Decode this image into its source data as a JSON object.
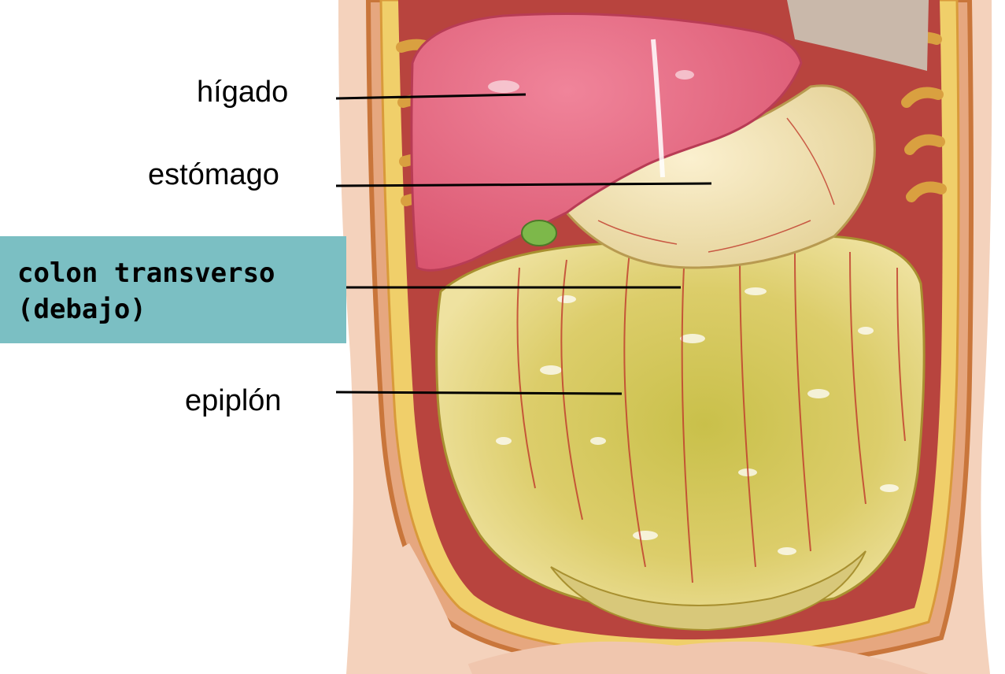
{
  "labels": {
    "liver": "hígado",
    "stomach": "estómago",
    "colon_line1": "colon transverso",
    "colon_line2": "(debajo)",
    "omentum": "epiplón"
  },
  "colors": {
    "highlight_box": "#7bbfc3",
    "liver": "#e0637a",
    "omentum": "#d9c85a",
    "skin": "#f5d6c0"
  }
}
